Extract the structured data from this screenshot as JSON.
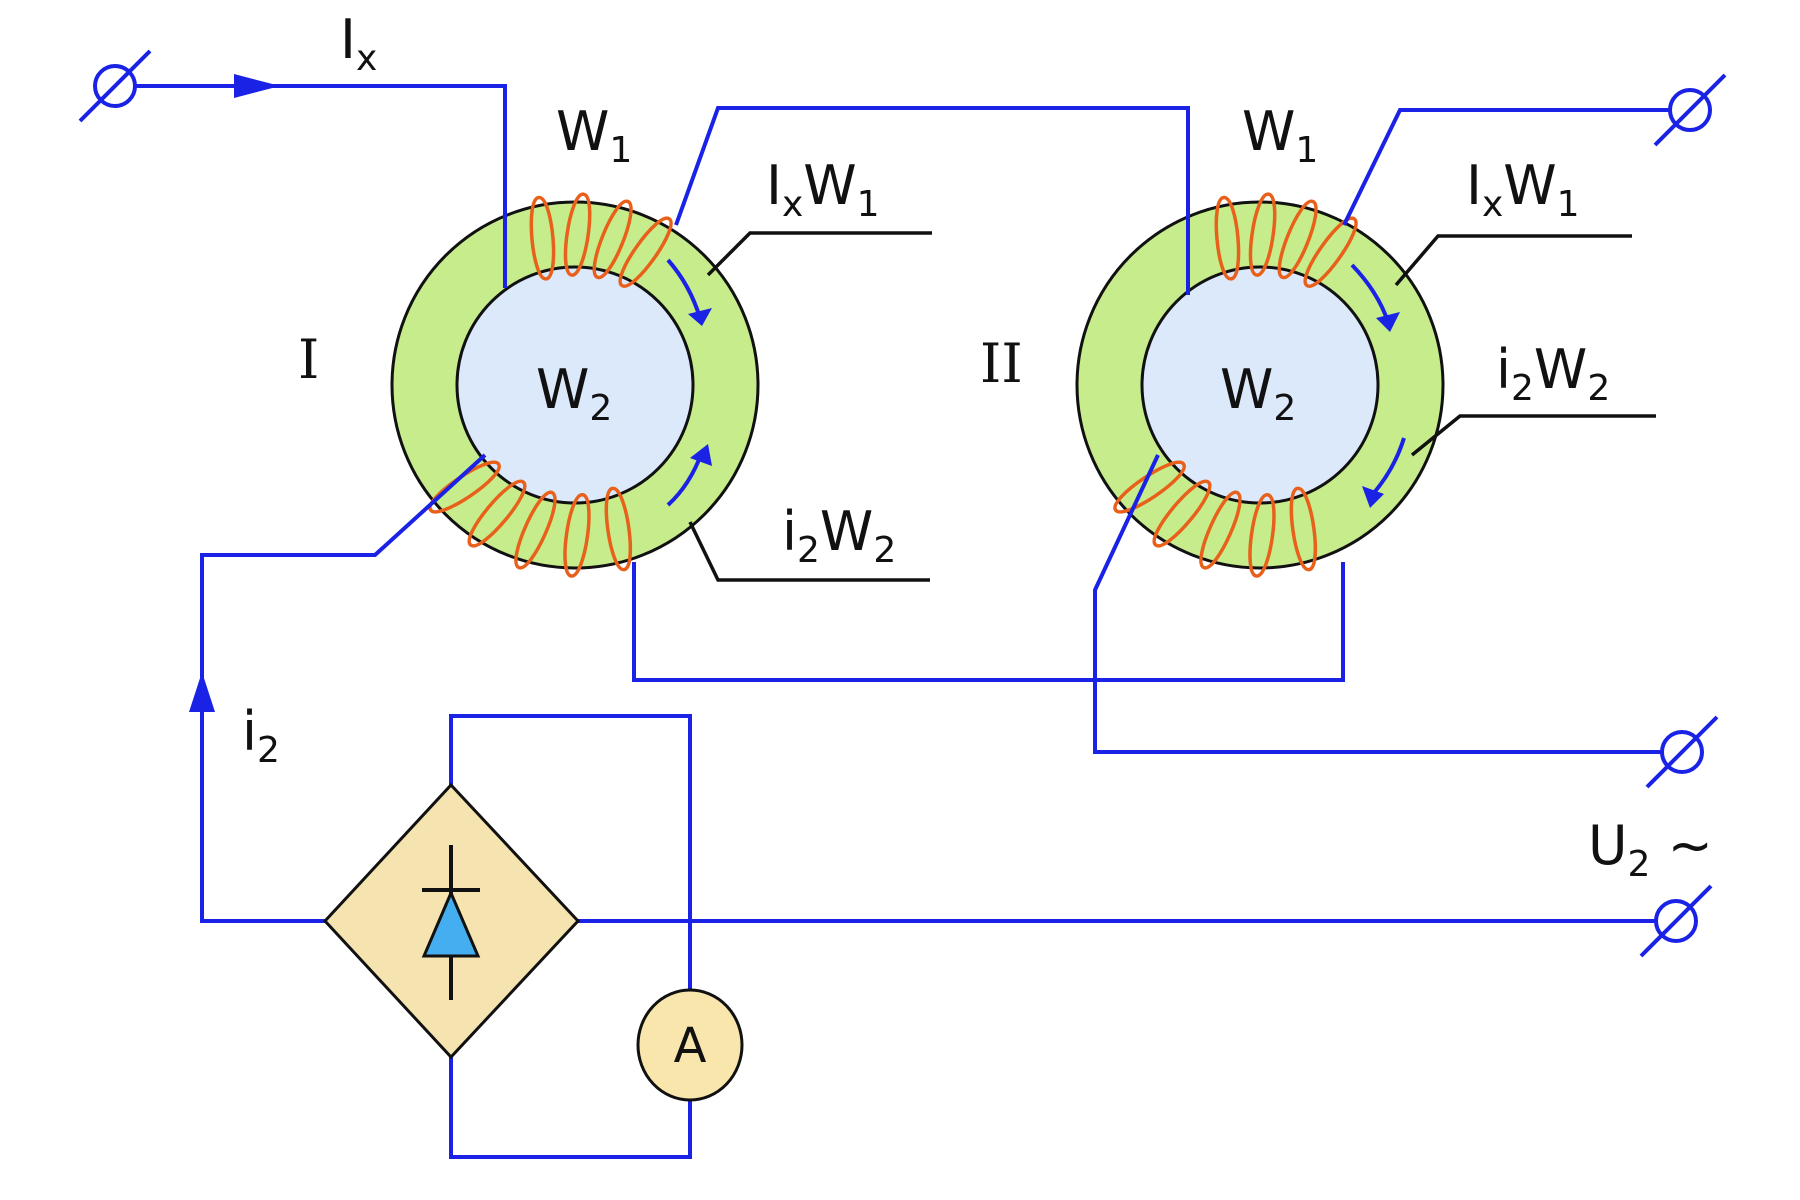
{
  "colors": {
    "wire": "#1a22e6",
    "coil": "#e8601a",
    "core_ring": "#c6ec8c",
    "core_hole": "#dce9fb",
    "rectifier_fill": "#f5e4b0",
    "diode_fill": "#45aef0",
    "meter_fill": "#f8e6ac",
    "outline": "#111111"
  },
  "icons": {
    "terminal": "terminal-circle-slash-icon",
    "diode": "diode-symbol-icon",
    "current_arrow": "arrowhead-icon"
  },
  "labels": {
    "input_current": {
      "main": "I",
      "sub": "x"
    },
    "core1": {
      "name": "I",
      "w1": {
        "main": "W",
        "sub": "1"
      },
      "w2": {
        "main": "W",
        "sub": "2"
      },
      "mmf1": {
        "main1": "I",
        "sub1": "x",
        "main2": "W",
        "sub2": "1"
      },
      "mmf2": {
        "main1": "i",
        "sub1": "2",
        "main2": "W",
        "sub2": "2"
      }
    },
    "core2": {
      "name": "II",
      "w1": {
        "main": "W",
        "sub": "1"
      },
      "w2": {
        "main": "W",
        "sub": "2"
      },
      "mmf1": {
        "main1": "I",
        "sub1": "x",
        "main2": "W",
        "sub2": "1"
      },
      "mmf2": {
        "main1": "i",
        "sub1": "2",
        "main2": "W",
        "sub2": "2"
      }
    },
    "rectified_current": {
      "main": "i",
      "sub": "2"
    },
    "supply": {
      "main": "U",
      "sub": "2",
      "suffix": " ~"
    },
    "ammeter": "A"
  }
}
